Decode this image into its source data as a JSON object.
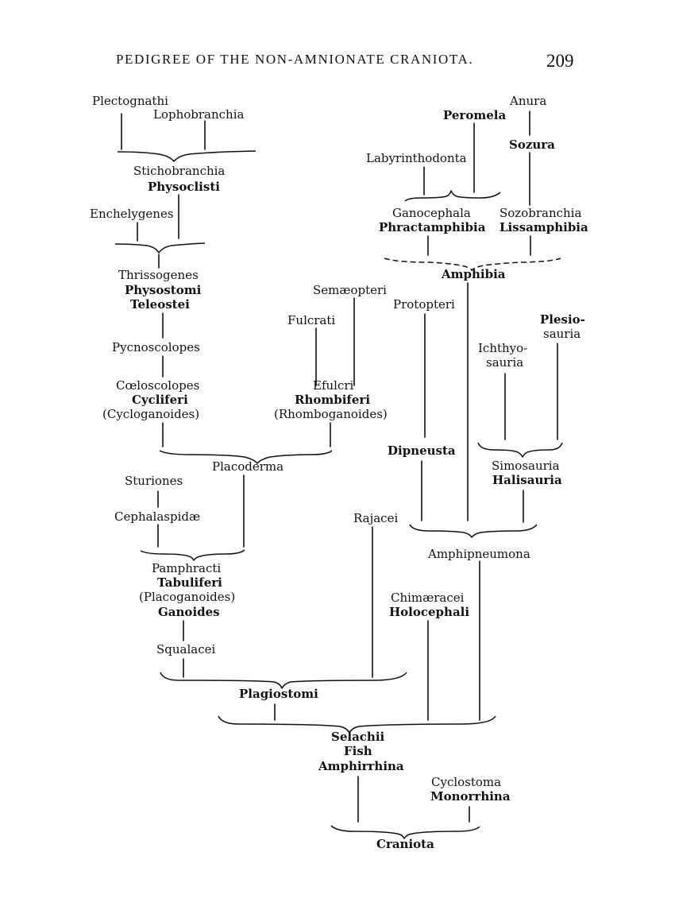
{
  "header": {
    "title": "PEDIGREE OF THE NON-AMNIONATE CRANIOTA.",
    "page_number": "209"
  },
  "taxa": {
    "plectognathi": "Plectognathi",
    "lophobranchia": "Lophobranchia",
    "stichobranchia": "Stichobranchia",
    "physoclisti": "Physoclisti",
    "enchelygenes": "Enchelygenes",
    "thrissogenes": "Thrissogenes",
    "physostomi": "Physostomi",
    "teleostei": "Teleostei",
    "pycnoscolopes": "Pycnoscolopes",
    "coeloscolopes": "Cœloscolopes",
    "cycliferi": "Cycliferi",
    "cycloganoides": "(Cycloganoides)",
    "semaeopteri": "Semæopteri",
    "fulcrati": "Fulcrati",
    "efulcri": "Efulcri",
    "rhombiferi": "Rhombiferi",
    "rhomboganoides": "(Rhomboganoides)",
    "placoderma": "Placoderma",
    "sturiones": "Sturiones",
    "cephalaspidae": "Cephalaspidæ",
    "pamphracti": "Pamphracti",
    "tabuliferi": "Tabuliferi",
    "placoganoides": "(Placoganoides)",
    "ganoides": "Ganoides",
    "squalacei": "Squalacei",
    "rajacei": "Rajacei",
    "plagiostomi": "Plagiostomi",
    "anura": "Anura",
    "peromela": "Peromela",
    "sozura": "Sozura",
    "labyrinthodonta": "Labyrinthodonta",
    "ganocephala": "Ganocephala",
    "phractamphibia": "Phractamphibia",
    "sozobranchia": "Sozobranchia",
    "lissamphibia": "Lissamphibia",
    "amphibia": "Amphibia",
    "protopteri": "Protopteri",
    "ichthyo": "Ichthyo-",
    "sauria_a": "sauria",
    "plesio": "Plesio-",
    "sauria_b": "sauria",
    "dipneusta": "Dipneusta",
    "simosauria": "Simosauria",
    "halisauria": "Halisauria",
    "amphipneumona": "Amphipneumona",
    "chimaeracei": "Chimæracei",
    "holocephali": "Holocephali",
    "selachii": "Selachii",
    "fish": "Fish",
    "amphirrhina": "Amphirrhina",
    "cyclostoma": "Cyclostoma",
    "monorrhina": "Monorrhina",
    "craniota": "Craniota"
  }
}
